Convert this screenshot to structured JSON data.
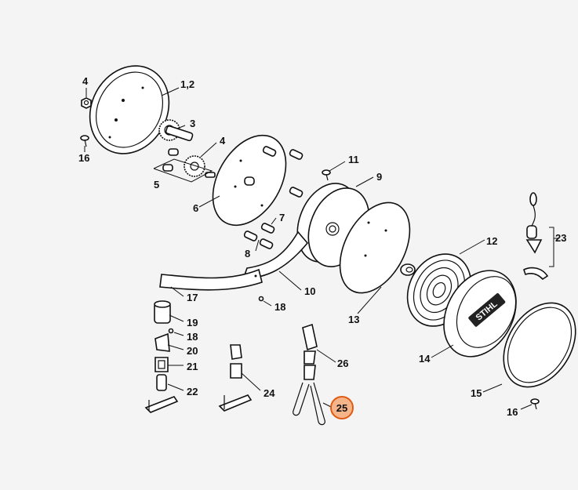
{
  "diagram": {
    "callouts": [
      {
        "id": "c-4a",
        "label": "4"
      },
      {
        "id": "c-12a",
        "label": "1,2"
      },
      {
        "id": "c-3",
        "label": "3"
      },
      {
        "id": "c-4b",
        "label": "4"
      },
      {
        "id": "c-16a",
        "label": "16"
      },
      {
        "id": "c-5",
        "label": "5"
      },
      {
        "id": "c-6",
        "label": "6"
      },
      {
        "id": "c-11",
        "label": "11"
      },
      {
        "id": "c-9",
        "label": "9"
      },
      {
        "id": "c-7",
        "label": "7"
      },
      {
        "id": "c-8",
        "label": "8"
      },
      {
        "id": "c-10",
        "label": "10"
      },
      {
        "id": "c-17",
        "label": "17"
      },
      {
        "id": "c-18a",
        "label": "18"
      },
      {
        "id": "c-19",
        "label": "19"
      },
      {
        "id": "c-18b",
        "label": "18"
      },
      {
        "id": "c-20",
        "label": "20"
      },
      {
        "id": "c-21",
        "label": "21"
      },
      {
        "id": "c-22",
        "label": "22"
      },
      {
        "id": "c-24",
        "label": "24"
      },
      {
        "id": "c-26",
        "label": "26"
      },
      {
        "id": "c-25",
        "label": "25",
        "highlighted": true
      },
      {
        "id": "c-13",
        "label": "13"
      },
      {
        "id": "c-12",
        "label": "12"
      },
      {
        "id": "c-23",
        "label": "23"
      },
      {
        "id": "c-14",
        "label": "14"
      },
      {
        "id": "c-15",
        "label": "15"
      },
      {
        "id": "c-16b",
        "label": "16"
      }
    ],
    "cover_logo": "STIHL",
    "highlight_color": "#f6b48a",
    "highlight_stroke": "#e05a12"
  }
}
